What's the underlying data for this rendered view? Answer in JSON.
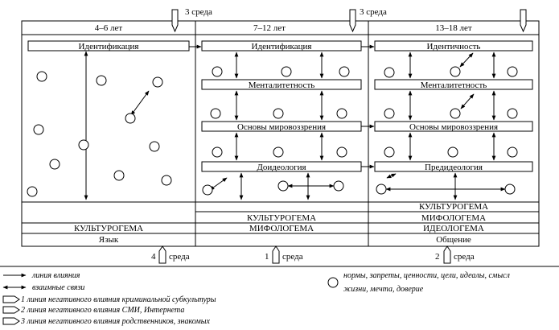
{
  "env_top": {
    "c1": "3 среда",
    "c2": "3 среда"
  },
  "env_bottom": {
    "c1": "4",
    "c1b": "среда",
    "c2": "1",
    "c2b": "среда",
    "c3": "2",
    "c3b": "среда"
  },
  "columns": {
    "c1": "4–6 лет",
    "c2": "7–12 лет",
    "c3": "13–18 лет"
  },
  "boxes": {
    "c1_identity": "Идентификация",
    "c2_identity": "Идентификация",
    "c2_mentality": "Менталитетность",
    "c2_worldview": "Основы мировоззрения",
    "c2_ideology": "Доидеология",
    "c3_identity": "Идентичность",
    "c3_mentality": "Менталитетность",
    "c3_worldview": "Основы мировоззрения",
    "c3_ideology": "Предидеология"
  },
  "rows": {
    "c1_kultur": "КУЛЬТУРОГЕМА",
    "c2_kultur": "КУЛЬТУРОГЕМА",
    "c2_mifo": "МИФОЛОГЕМА",
    "c3_kultur": "КУЛЬТУРОГЕМА",
    "c3_mifo": "МИФОЛОГЕМА",
    "c3_ideo": "ИДЕОЛОГЕМА",
    "c1_lang": "Язык",
    "c3_comm": "Общение"
  },
  "legend": {
    "influence": "линия влияния",
    "mutual": "взаимные связи",
    "neg1": "1 линия негативного влияния криминальной субкультуры",
    "neg2": "2 линия негативного влияния СМИ, Интернета",
    "neg3": "3 линия негативного влияния родственников, знакомых",
    "norms1": "нормы, запреты, ценности, цели, идеалы, смысл",
    "norms2": "жизни, мечта, доверие"
  }
}
